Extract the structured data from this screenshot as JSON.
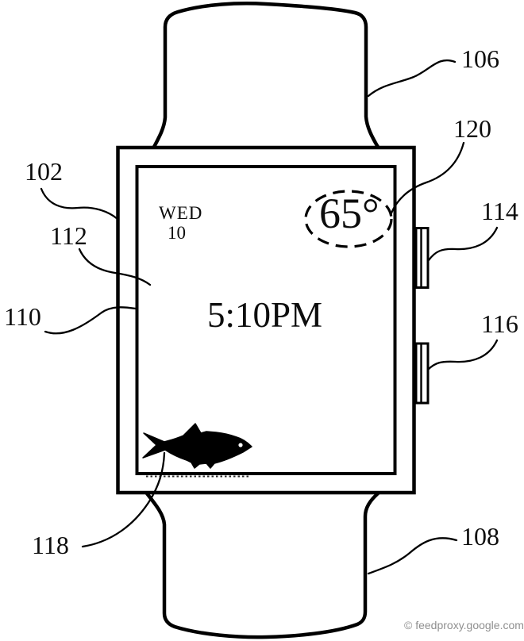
{
  "figure": {
    "watermark": "© feedproxy.google.com"
  },
  "watch_screen": {
    "day": "WED",
    "date": "10",
    "temperature": "65°",
    "time": "5:10PM"
  },
  "reference_labels": {
    "device": "102",
    "top_band": "106",
    "bottom_band": "108",
    "case": "110",
    "display": "112",
    "upper_button": "114",
    "lower_button": "116",
    "fish": "118",
    "temperature_indicator": "120"
  }
}
